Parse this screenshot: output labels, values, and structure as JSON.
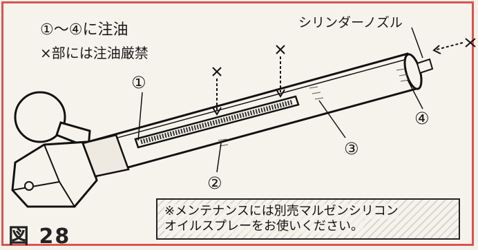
{
  "labels": {
    "instruction": "①～④に注油",
    "prohibition": "×部には注油厳禁",
    "nozzle": "シリンダーノズル"
  },
  "callouts": [
    "①",
    "②",
    "③",
    "④"
  ],
  "figure_label": "図 28",
  "notice": {
    "line1": "※メンテナンスには別売マルゼンシリコン",
    "line2": "オイルスプレーをお使いください。"
  },
  "colors": {
    "border": "#d9534f"
  }
}
